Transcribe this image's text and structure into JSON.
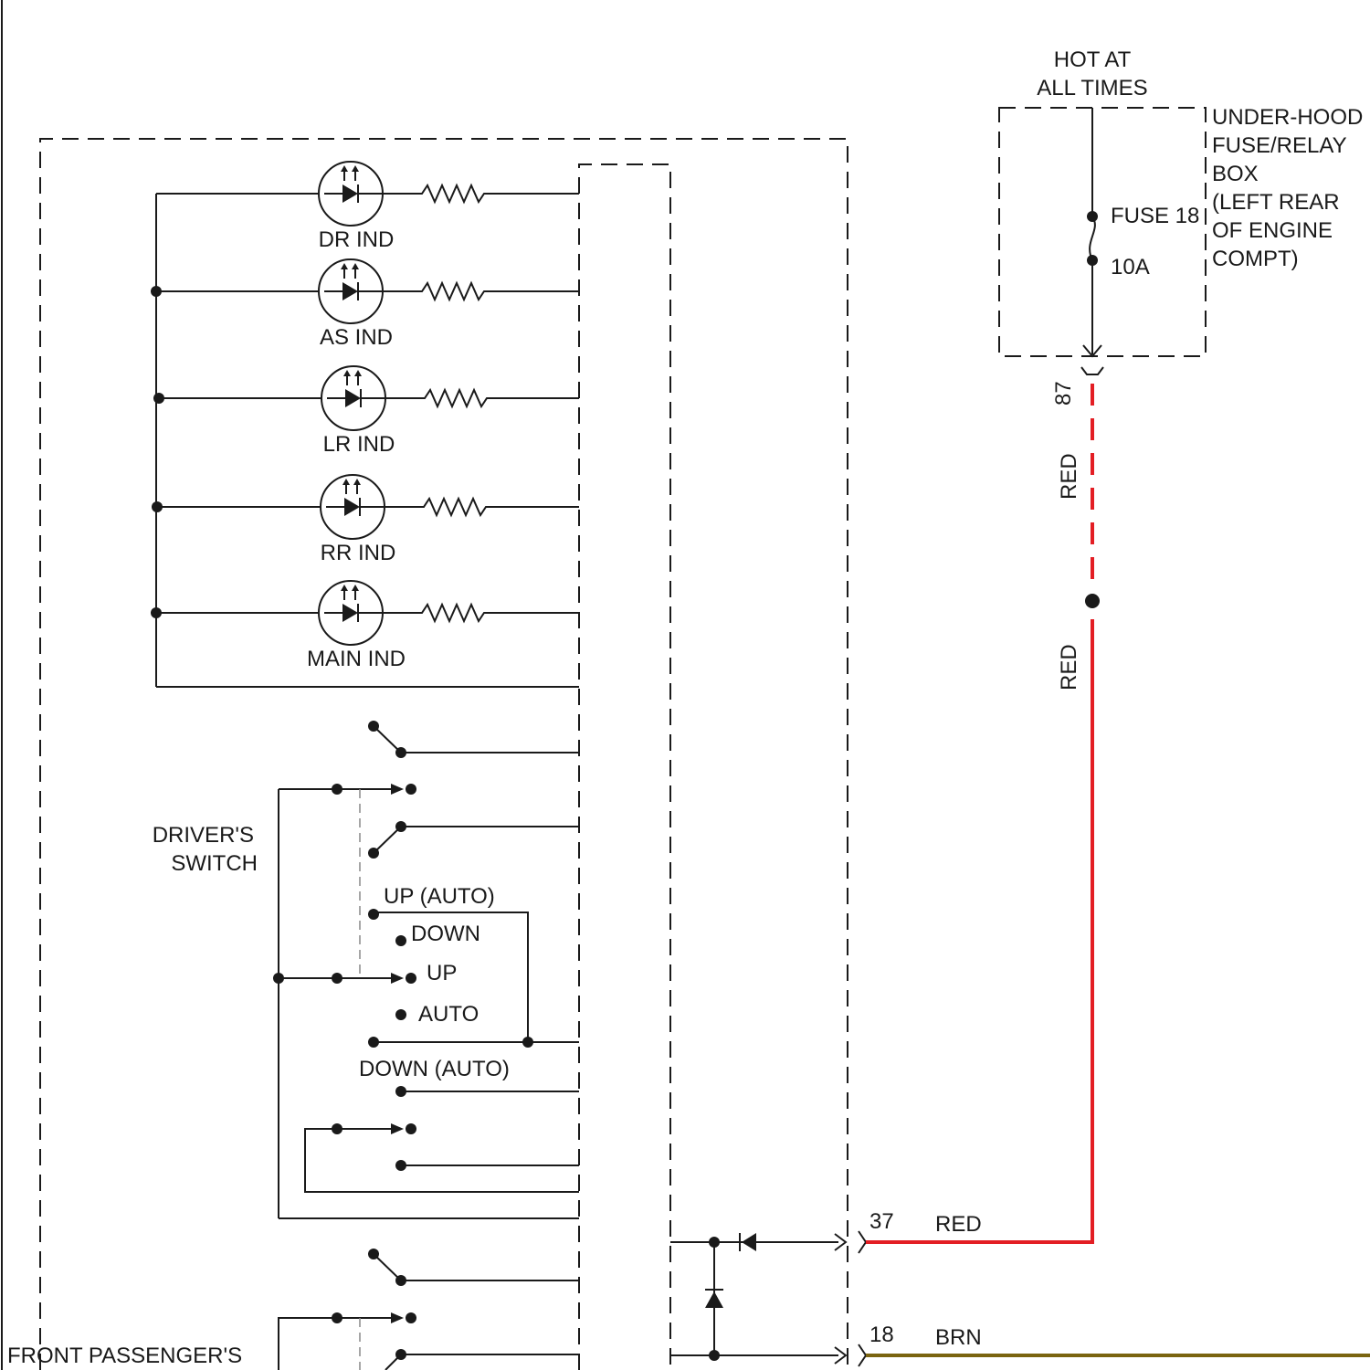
{
  "power": {
    "hot_line1": "HOT AT",
    "hot_line2": "ALL TIMES",
    "fuse_label": "FUSE 18",
    "fuse_rating": "10A",
    "box_lines": [
      "UNDER-HOOD",
      "FUSE/RELAY",
      "BOX",
      "(LEFT REAR",
      "OF ENGINE",
      "COMPT)"
    ],
    "terminal": "87"
  },
  "wires": {
    "upper_color": "RED",
    "lower_color": "RED",
    "red_hex": "#e31e24",
    "brn_hex": "#7a6410",
    "pin37": "37",
    "pin37_color": "RED",
    "pin18": "18",
    "pin18_color": "BRN"
  },
  "indicators": [
    "DR IND",
    "AS IND",
    "LR IND",
    "RR IND",
    "MAIN IND"
  ],
  "drivers_switch": {
    "line1": "DRIVER'S",
    "line2": "SWITCH",
    "positions": {
      "up_auto": "UP (AUTO)",
      "down": "DOWN",
      "up": "UP",
      "auto": "AUTO",
      "down_auto": "DOWN (AUTO)"
    }
  },
  "passenger_switch": {
    "label": "FRONT PASSENGER'S"
  }
}
